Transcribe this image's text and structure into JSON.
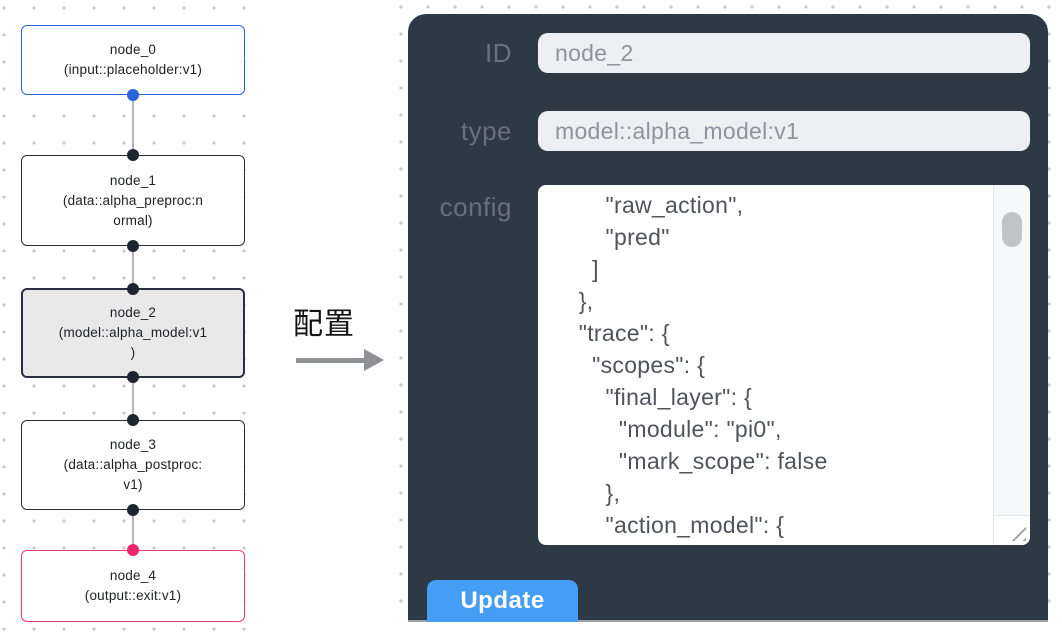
{
  "canvas": {
    "nodes": [
      {
        "id": "node_0",
        "type": "input::placeholder:v1",
        "label_lines": [
          "node_0",
          "(input::placeholder:v1)"
        ],
        "selected": false,
        "accent": "#2b63dd"
      },
      {
        "id": "node_1",
        "type": "data::alpha_preproc:normal",
        "label_lines": [
          "node_1",
          "(data::alpha_preproc:n",
          "ormal)"
        ],
        "selected": false,
        "accent": "#272d3a"
      },
      {
        "id": "node_2",
        "type": "model::alpha_model:v1",
        "label_lines": [
          "node_2",
          "(model::alpha_model:v1",
          ")"
        ],
        "selected": true,
        "accent": "#272d3a"
      },
      {
        "id": "node_3",
        "type": "data::alpha_postproc:v1",
        "label_lines": [
          "node_3",
          "(data::alpha_postproc:",
          "v1)"
        ],
        "selected": false,
        "accent": "#272d3a"
      },
      {
        "id": "node_4",
        "type": "output::exit:v1",
        "label_lines": [
          "node_4",
          "(output::exit:v1)"
        ],
        "selected": false,
        "accent": "#ee3a72"
      }
    ]
  },
  "annotation": {
    "label": "配置",
    "arrow_icon": "right-arrow"
  },
  "panel": {
    "fields": {
      "id": {
        "label": "ID",
        "value": "node_2"
      },
      "type": {
        "label": "type",
        "value": "model::alpha_model:v1"
      },
      "config": {
        "label": "config",
        "value_lines": [
          "        \"raw_action\",",
          "        \"pred\"",
          "      ]",
          "    },",
          "    \"trace\": {",
          "      \"scopes\": {",
          "        \"final_layer\": {",
          "          \"module\": \"pi0\",",
          "          \"mark_scope\": false",
          "        },",
          "        \"action_model\": {"
        ]
      }
    },
    "update_label": "Update"
  },
  "icons": {
    "right-arrow": "→ gray annotation arrow",
    "resize-grip": "double diagonal lines, textarea corner",
    "scrollbar-thumb": "rounded gray pill"
  },
  "colors": {
    "panel_background": "#2e3946",
    "field_background": "#edeff3",
    "field_text": "#8d949d",
    "label_text": "#67707b",
    "update_button": "#469df6",
    "node_default_border": "#272d3a",
    "node_input_border": "#2b63dd",
    "node_output_border": "#ee3a72",
    "node_selected_background": "#e9e9ea",
    "edge_line": "#b5b5bb",
    "grid_dot": "#c7c7cd"
  }
}
